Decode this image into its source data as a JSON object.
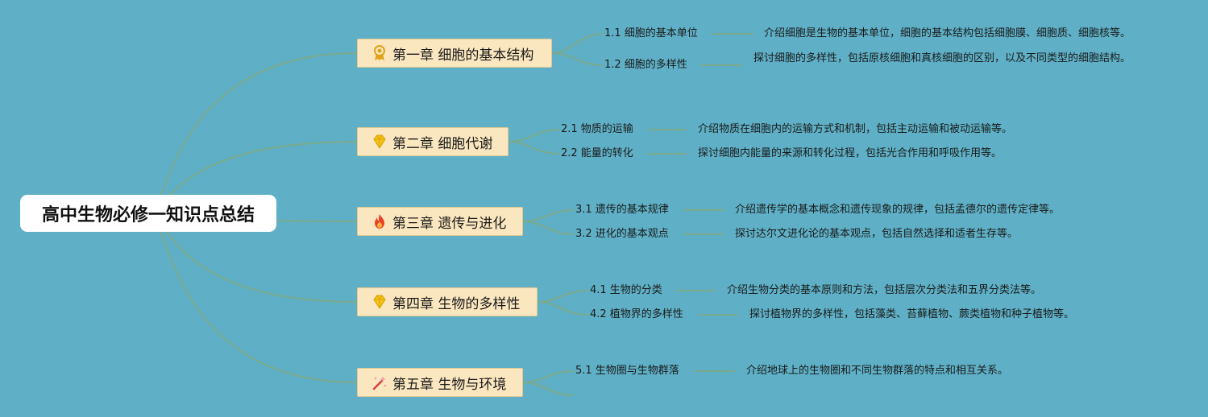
{
  "root": {
    "title": "高中生物必修一知识点总结"
  },
  "chapters": [
    {
      "title": "第一章 细胞的基本结构",
      "icon": "award-medal-icon",
      "topics": [
        {
          "label": "1.1 细胞的基本单位",
          "detail": "介绍细胞是生物的基本单位，细胞的基本结构包括细胞膜、细胞质、细胞核等。"
        },
        {
          "label": "1.2 细胞的多样性",
          "detail": "探讨细胞的多样性，包括原核细胞和真核细胞的区别，以及不同类型的细胞结构。"
        }
      ]
    },
    {
      "title": "第二章 细胞代谢",
      "icon": "diamond-icon",
      "topics": [
        {
          "label": "2.1 物质的运输",
          "detail": "介绍物质在细胞内的运输方式和机制，包括主动运输和被动运输等。"
        },
        {
          "label": "2.2 能量的转化",
          "detail": "探讨细胞内能量的来源和转化过程，包括光合作用和呼吸作用等。"
        }
      ]
    },
    {
      "title": "第三章 遗传与进化",
      "icon": "fire-icon",
      "topics": [
        {
          "label": "3.1 遗传的基本规律",
          "detail": "介绍遗传学的基本概念和遗传现象的规律，包括孟德尔的遗传定律等。"
        },
        {
          "label": "3.2 进化的基本观点",
          "detail": "探讨达尔文进化论的基本观点，包括自然选择和适者生存等。"
        }
      ]
    },
    {
      "title": "第四章 生物的多样性",
      "icon": "diamond-icon",
      "topics": [
        {
          "label": "4.1 生物的分类",
          "detail": "介绍生物分类的基本原则和方法，包括层次分类法和五界分类法等。"
        },
        {
          "label": "4.2 植物界的多样性",
          "detail": "探讨植物界的多样性，包括藻类、苔藓植物、蕨类植物和种子植物等。"
        }
      ]
    },
    {
      "title": "第五章 生物与环境",
      "icon": "magic-wand-icon",
      "topics": [
        {
          "label": "5.1 生物圈与生物群落",
          "detail": "介绍地球上的生物圈和不同生物群落的特点和相互关系。"
        }
      ]
    }
  ],
  "colors": {
    "background": "#5fb0c7",
    "connector": "#7aaa8c",
    "chapter_fill": "#fbe7bf"
  }
}
